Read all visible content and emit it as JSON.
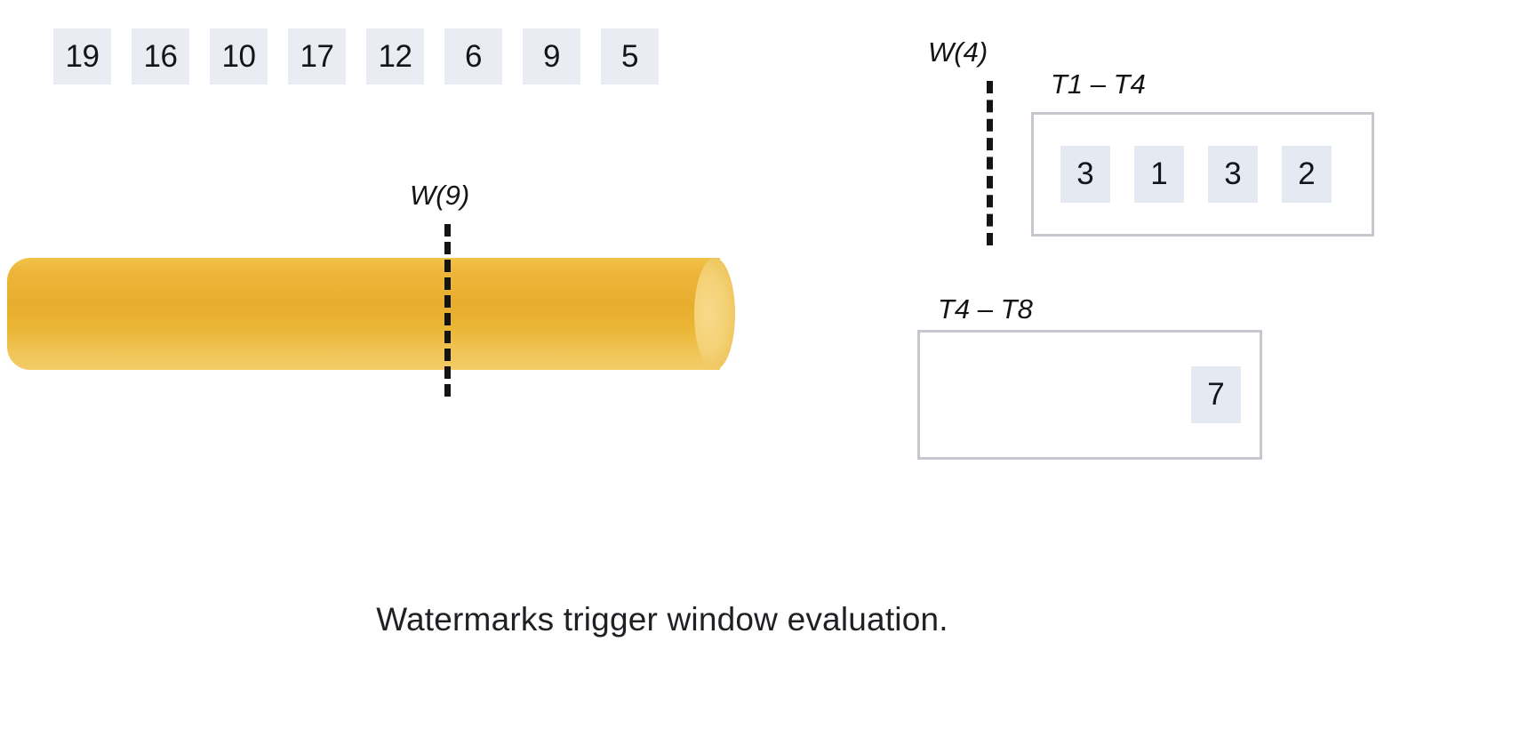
{
  "diagram": {
    "caption": "Watermarks trigger window evaluation.",
    "stream": {
      "name": "event-stream-pipe",
      "color": "#eab534",
      "cap_color": "#f4d277",
      "cell_color": "#e9ecf3",
      "events": [
        "19",
        "16",
        "10",
        "17",
        "12",
        "6",
        "9",
        "5"
      ],
      "watermark": {
        "label": "W(9)",
        "value": 9,
        "position_after_event_index": 4
      }
    },
    "pending_watermark": {
      "label": "W(4)",
      "value": 4
    },
    "windows": [
      {
        "label": "T1 – T4",
        "start": "T1",
        "end": "T4",
        "values": [
          "3",
          "1",
          "3",
          "2"
        ],
        "border_color": "#c6c8d0",
        "cell_color": "#e5e9f2"
      },
      {
        "label": "T4 – T8",
        "start": "T4",
        "end": "T8",
        "values": [
          "7"
        ],
        "border_color": "#c6c8d0",
        "cell_color": "#e5e9f2"
      }
    ]
  }
}
